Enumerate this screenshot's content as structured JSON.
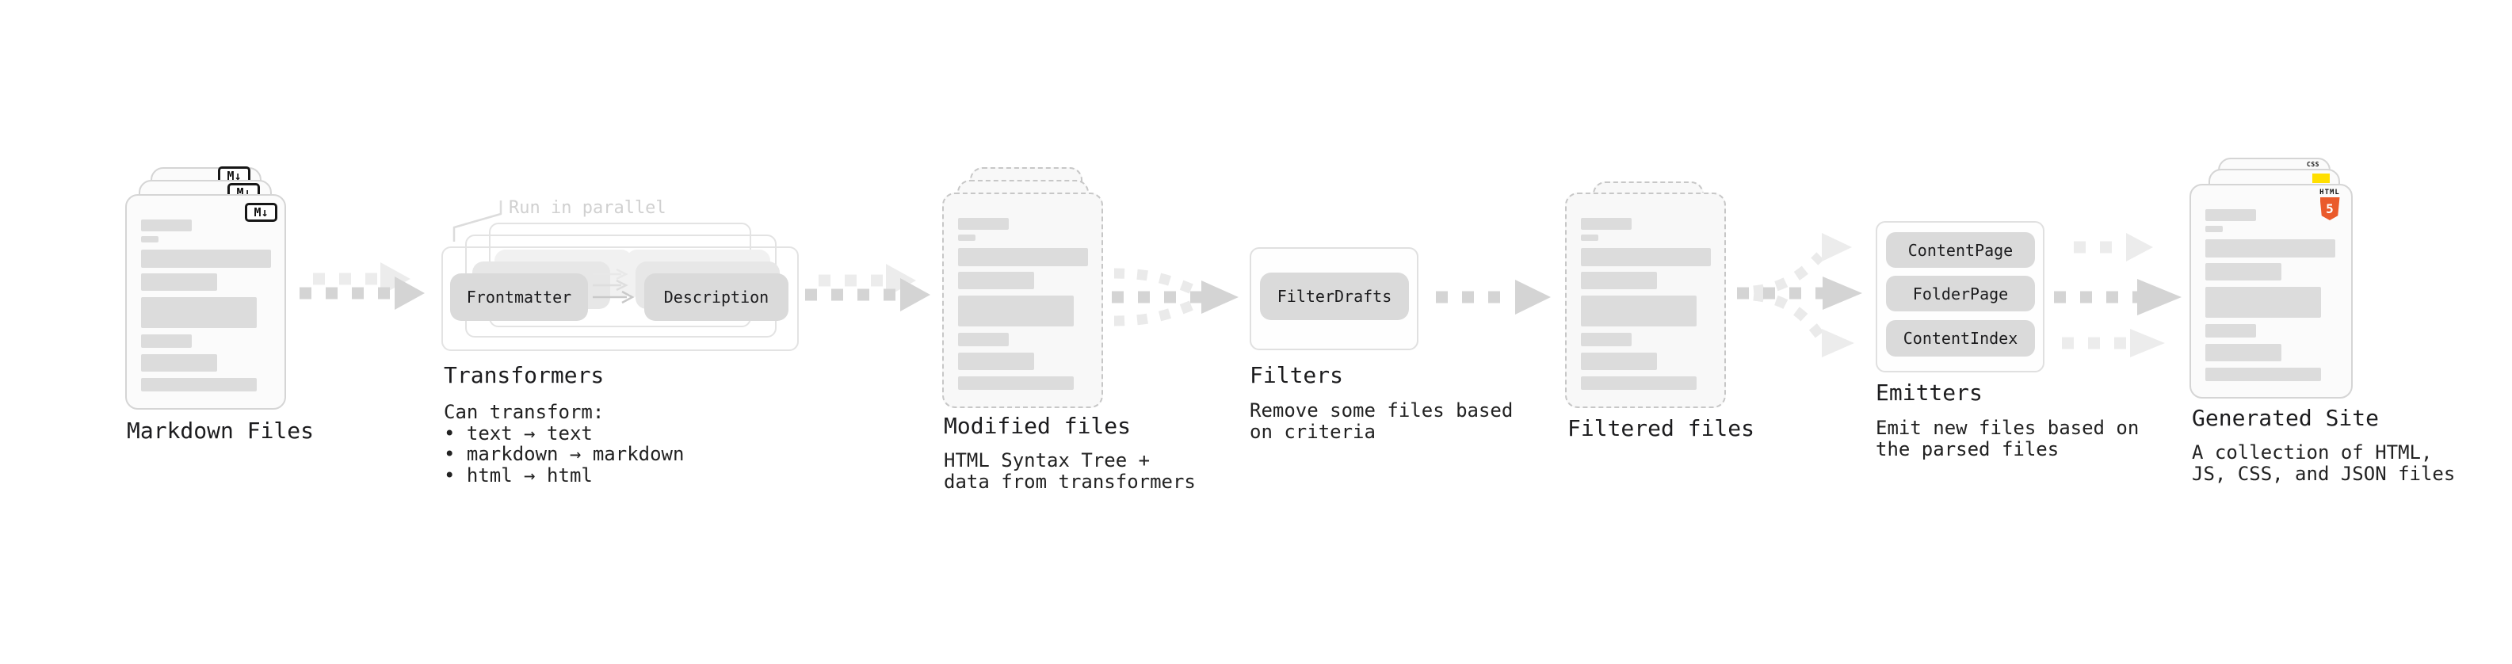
{
  "colors": {
    "text": "#1c1c1e",
    "muted_annotation": "#d0d0d0",
    "bar_gray": "#dcdcdc",
    "pill_gray": "#dadada",
    "arrow_dark": "#d4d4d4",
    "arrow_light": "#ececec",
    "html5_orange": "#ea5a2b",
    "css_blue": "#1e6fd9",
    "js_yellow": "#ffdf00"
  },
  "stages": {
    "markdown": {
      "label": "Markdown Files",
      "badge": "M↓"
    },
    "transformers": {
      "heading": "Transformers",
      "annotation": "Run in parallel",
      "pill_left": "Frontmatter",
      "pill_right": "Description",
      "body": "Can transform:\n • text → text\n • markdown → markdown\n • html → html"
    },
    "modified": {
      "label": "Modified files",
      "subtitle": "HTML Syntax Tree +\ndata from transformers"
    },
    "filters": {
      "heading": "Filters",
      "pill": "FilterDrafts",
      "subtitle": "Remove some files based\non criteria"
    },
    "filtered": {
      "label": "Filtered files"
    },
    "emitters": {
      "heading": "Emitters",
      "pills": [
        "ContentPage",
        "FolderPage",
        "ContentIndex"
      ],
      "subtitle": "Emit new files based on\nthe parsed files"
    },
    "generated": {
      "label": "Generated Site",
      "subtitle": "A collection of HTML,\nJS, CSS, and JSON files",
      "html_word": "HTML",
      "html_number": "5",
      "css_word": "CSS"
    }
  }
}
